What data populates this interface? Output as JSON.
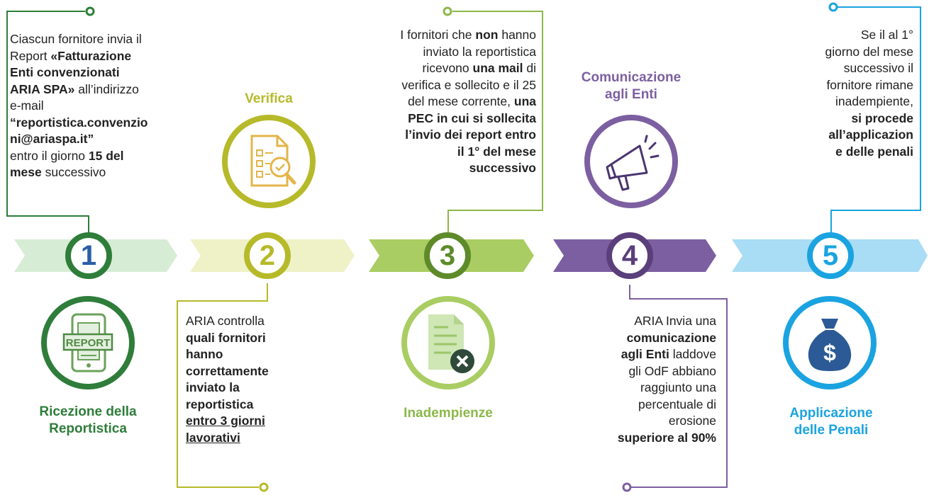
{
  "colors": {
    "step1": "#2E7D3A",
    "step1_light": "#d7ecd4",
    "step2": "#b6ba2a",
    "step2_light": "#eef2c6",
    "step3": "#8cb84a",
    "step3_light": "#a9cd62",
    "step4": "#7c5fa1",
    "step4_dark": "#5a3f7b",
    "step5": "#1aa3e0",
    "step5_light": "#a9dcf5",
    "text": "#222222"
  },
  "steps": [
    {
      "number": "1",
      "title": [
        "Ricezione della",
        "Reportistica"
      ],
      "icon": "report-phone-icon",
      "icon_label": "REPORT",
      "description": {
        "p1": "Ciascun fornitore invia il",
        "p2": "Report ",
        "p3": "«Fatturazione",
        "p4": "Enti convenzionati",
        "p5": "ARIA SPA»",
        "p6": " all’indirizzo",
        "p7": "e-mail",
        "p8": "“reportistica.convenzio",
        "p9": "ni@ariaspa.it”",
        "p10": "entro il giorno ",
        "p11": "15 del",
        "p12": "mese",
        "p13": " successivo"
      }
    },
    {
      "number": "2",
      "title": [
        "Verifica"
      ],
      "icon": "document-checklist-icon",
      "description": {
        "p1": "ARIA controlla",
        "p2": "quali fornitori",
        "p3": "hanno",
        "p4": "correttamente",
        "p5": "inviato la",
        "p6": "reportistica",
        "p7": "entro 3 giorni",
        "p8": "lavorativi"
      }
    },
    {
      "number": "3",
      "title": [
        "Inadempienze"
      ],
      "icon": "document-x-icon",
      "description": {
        "p1": "I fornitori che ",
        "p2": "non",
        "p3": " hanno",
        "p4": "inviato la reportistica",
        "p5": "ricevono ",
        "p6": "una mail",
        "p7": " di",
        "p8": "verifica e sollecito e il 25",
        "p9": "del mese corrente, ",
        "p10": "una",
        "p11": "PEC in cui si sollecita",
        "p12": "l’invio dei report entro",
        "p13": "il 1° del mese",
        "p14": "successivo"
      }
    },
    {
      "number": "4",
      "title": [
        "Comunicazione",
        "agli Enti"
      ],
      "icon": "megaphone-icon",
      "description": {
        "p1": "ARIA Invia una",
        "p2": "comunicazione",
        "p3": "agli Enti",
        "p4": " laddove",
        "p5": "gli OdF abbiano",
        "p6": "raggiunto una",
        "p7": "percentuale di",
        "p8": "erosione",
        "p9": "superiore al 90%"
      }
    },
    {
      "number": "5",
      "title": [
        "Applicazione",
        "delle Penali"
      ],
      "icon": "money-bag-icon",
      "icon_label": "$",
      "description": {
        "p1": "Se il al 1°",
        "p2": "giorno del mese",
        "p3": "successivo il",
        "p4": "fornitore rimane",
        "p5": "inadempiente,",
        "p6": "si procede",
        "p7": "all’applicazion",
        "p8": "e delle penali"
      }
    }
  ]
}
